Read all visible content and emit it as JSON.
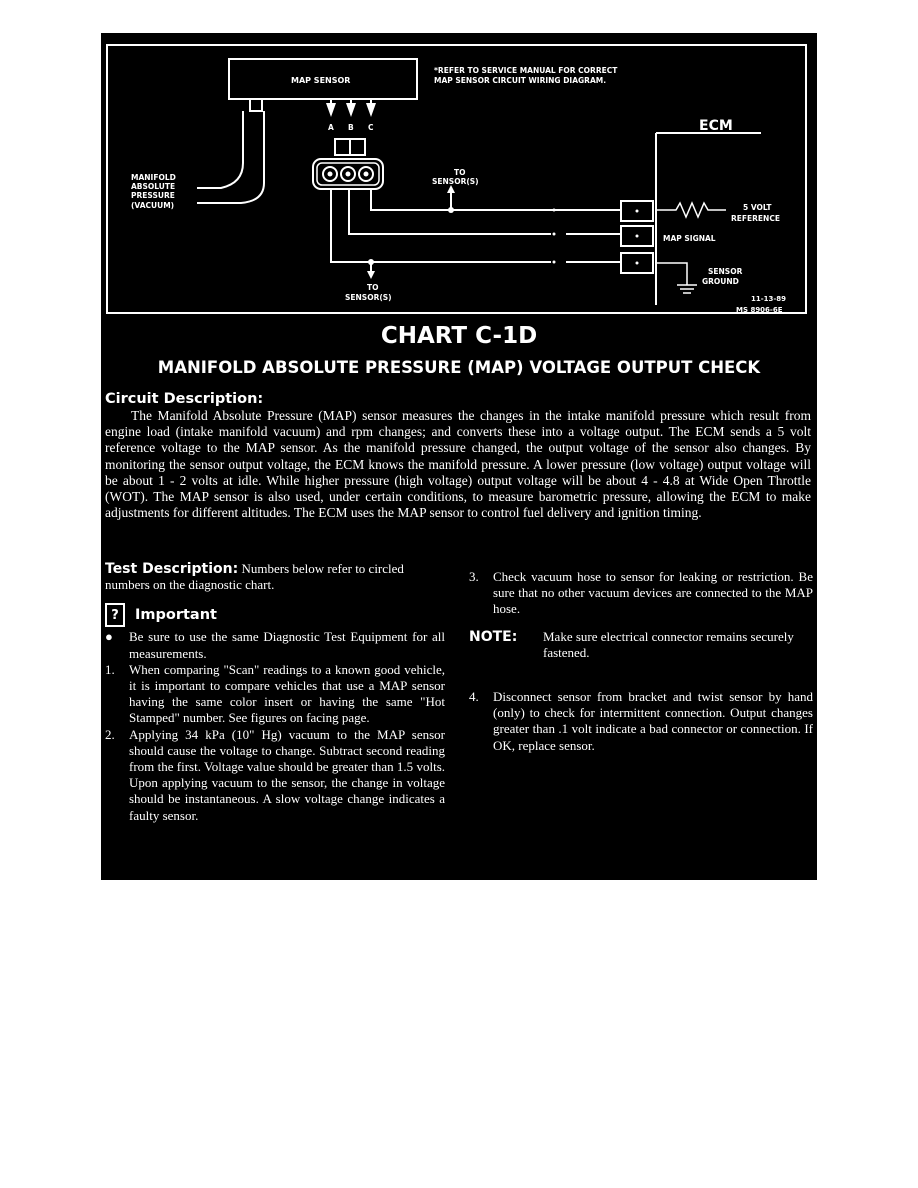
{
  "diagram": {
    "map_sensor_label": "MAP SENSOR",
    "refer_note_line1": "*REFER TO SERVICE MANUAL FOR CORRECT",
    "refer_note_line2": "MAP SENSOR CIRCUIT WIRING DIAGRAM.",
    "pin_a": "A",
    "pin_b": "B",
    "pin_c": "C",
    "vacuum_line1": "MANIFOLD",
    "vacuum_line2": "ABSOLUTE",
    "vacuum_line3": "PRESSURE",
    "vacuum_line4": "(VACUUM)",
    "to_sensors_top_line1": "TO",
    "to_sensors_top_line2": "SENSOR(S)",
    "to_sensors_bottom_line1": "TO",
    "to_sensors_bottom_line2": "SENSOR(S)",
    "ecm_label": "ECM",
    "five_volt_line1": "5 VOLT",
    "five_volt_line2": "REFERENCE",
    "map_signal": "MAP SIGNAL",
    "sensor_ground_line1": "SENSOR",
    "sensor_ground_line2": "GROUND",
    "date_code": "11-13-89",
    "ms_code": "MS 8906-6E"
  },
  "title": "CHART C-1D",
  "subtitle": "MANIFOLD ABSOLUTE PRESSURE (MAP) VOLTAGE OUTPUT CHECK",
  "circuit_description": {
    "heading": "Circuit Description:",
    "text": "The Manifold Absolute Pressure (MAP) sensor measures the changes in the intake manifold pressure which result from engine load (intake manifold vacuum) and rpm changes; and converts these into a voltage output. The ECM sends a 5 volt reference voltage to the MAP sensor. As the manifold pressure changed, the output voltage of the sensor also changes. By monitoring the sensor output voltage, the ECM knows the manifold pressure. A lower pressure (low voltage) output voltage will be about 1 - 2 volts at idle. While higher pressure (high voltage) output voltage will be about 4 - 4.8 at Wide Open Throttle (WOT). The MAP sensor is also used, under certain conditions, to measure barometric pressure, allowing the ECM to make adjustments for different altitudes. The ECM uses the MAP sensor to control fuel delivery and ignition timing."
  },
  "test_description": {
    "heading": "Test Description:",
    "text": "Numbers below refer to circled numbers on the diagnostic chart."
  },
  "important": {
    "icon_glyph": "?",
    "label": "Important",
    "bullet_marker": "●",
    "bullet": "Be sure to use the same Diagnostic Test Equipment for all measurements."
  },
  "steps": [
    {
      "num": "1.",
      "text": "When comparing \"Scan\" readings to a known good vehicle, it is important to compare vehicles that use a MAP sensor having the same color insert or having the same \"Hot Stamped\" number. See figures on facing page."
    },
    {
      "num": "2.",
      "text": "Applying 34 kPa (10\" Hg) vacuum to the MAP sensor should cause the voltage to change. Subtract second reading from the first. Voltage value should be greater than 1.5 volts. Upon applying vacuum to the sensor, the change in voltage should be instantaneous. A slow voltage change indicates a faulty sensor."
    },
    {
      "num": "3.",
      "text": "Check vacuum hose to sensor for leaking or restriction. Be sure that no other vacuum devices are connected to the MAP hose."
    },
    {
      "num": "4.",
      "text": "Disconnect sensor from bracket and twist sensor by hand (only) to check for intermittent connection. Output changes greater than .1 volt indicate a bad connector or connection. If OK, replace sensor."
    }
  ],
  "note": {
    "label": "NOTE:",
    "text": "Make sure electrical connector remains securely fastened."
  },
  "colors": {
    "background": "#000000",
    "foreground": "#ffffff"
  }
}
